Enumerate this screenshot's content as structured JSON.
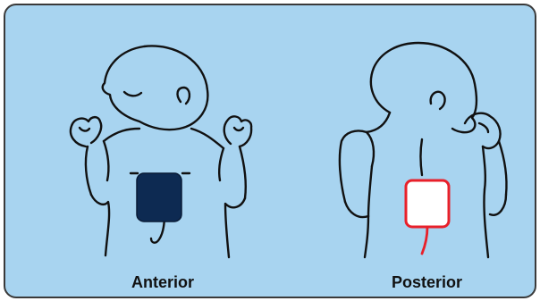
{
  "panels": {
    "left": {
      "label": "Anterior",
      "pad_color": "#0d2a52"
    },
    "right": {
      "label": "Posterior",
      "pad_color": "#ffffff",
      "pad_border_color": "#e8202a",
      "lead_color": "#e8202a"
    }
  },
  "colors": {
    "background": "#a8d4f0",
    "outline": "#111111",
    "frame_border": "#3a3a3a"
  },
  "icons": [
    "infant-front-figure",
    "infant-back-figure",
    "defibrillator-pad"
  ]
}
